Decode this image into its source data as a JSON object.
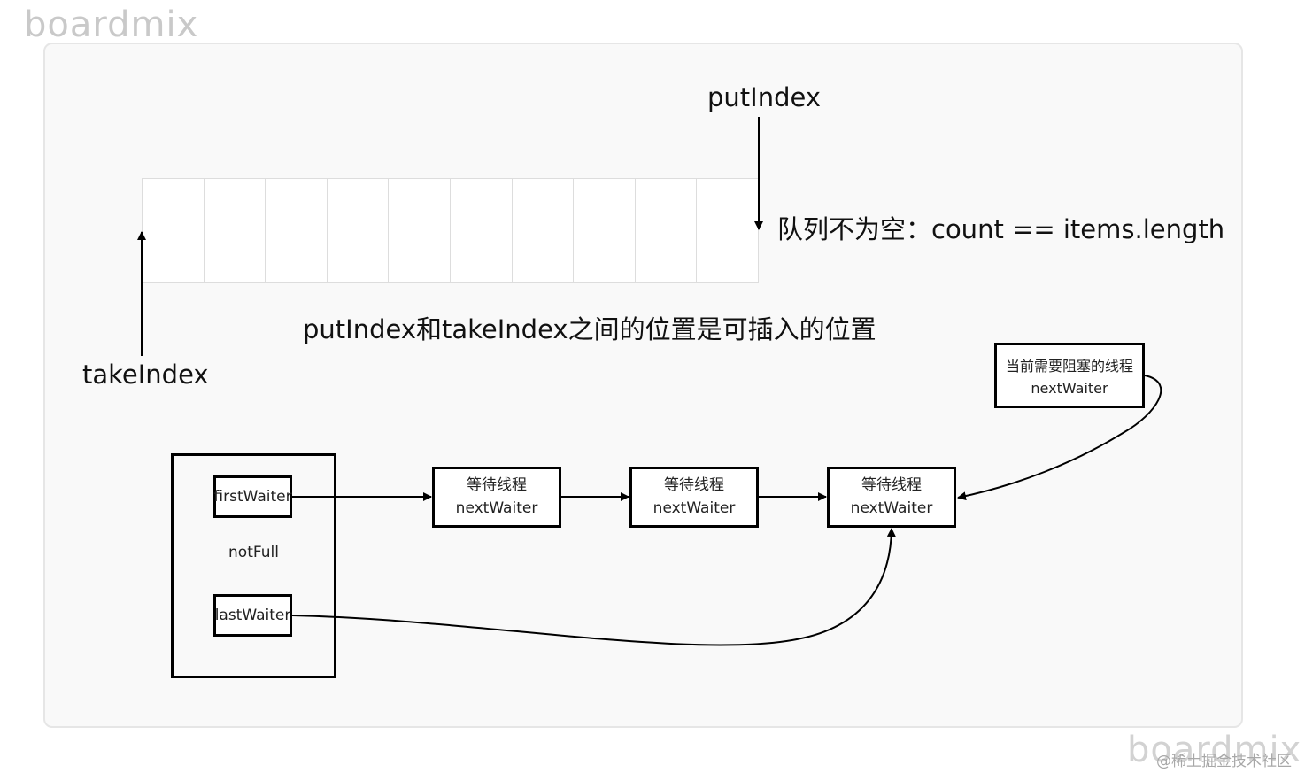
{
  "watermark": "boardmix",
  "credit": "@稀土掘金技术社区",
  "array": {
    "cell_count": 10
  },
  "labels": {
    "put_index": "putIndex",
    "take_index": "takeIndex",
    "queue_full": "队列不为空：count == items.length",
    "insert_range": "putIndex和takeIndex之间的位置是可插入的位置"
  },
  "condition": {
    "first_waiter": "firstWaiter",
    "name": "notFull",
    "last_waiter": "lastWaiter"
  },
  "waiting_nodes": [
    {
      "title": "等待线程",
      "field": "nextWaiter"
    },
    {
      "title": "等待线程",
      "field": "nextWaiter"
    },
    {
      "title": "等待线程",
      "field": "nextWaiter"
    }
  ],
  "current_node": {
    "title": "当前需要阻塞的线程",
    "field": "nextWaiter"
  }
}
